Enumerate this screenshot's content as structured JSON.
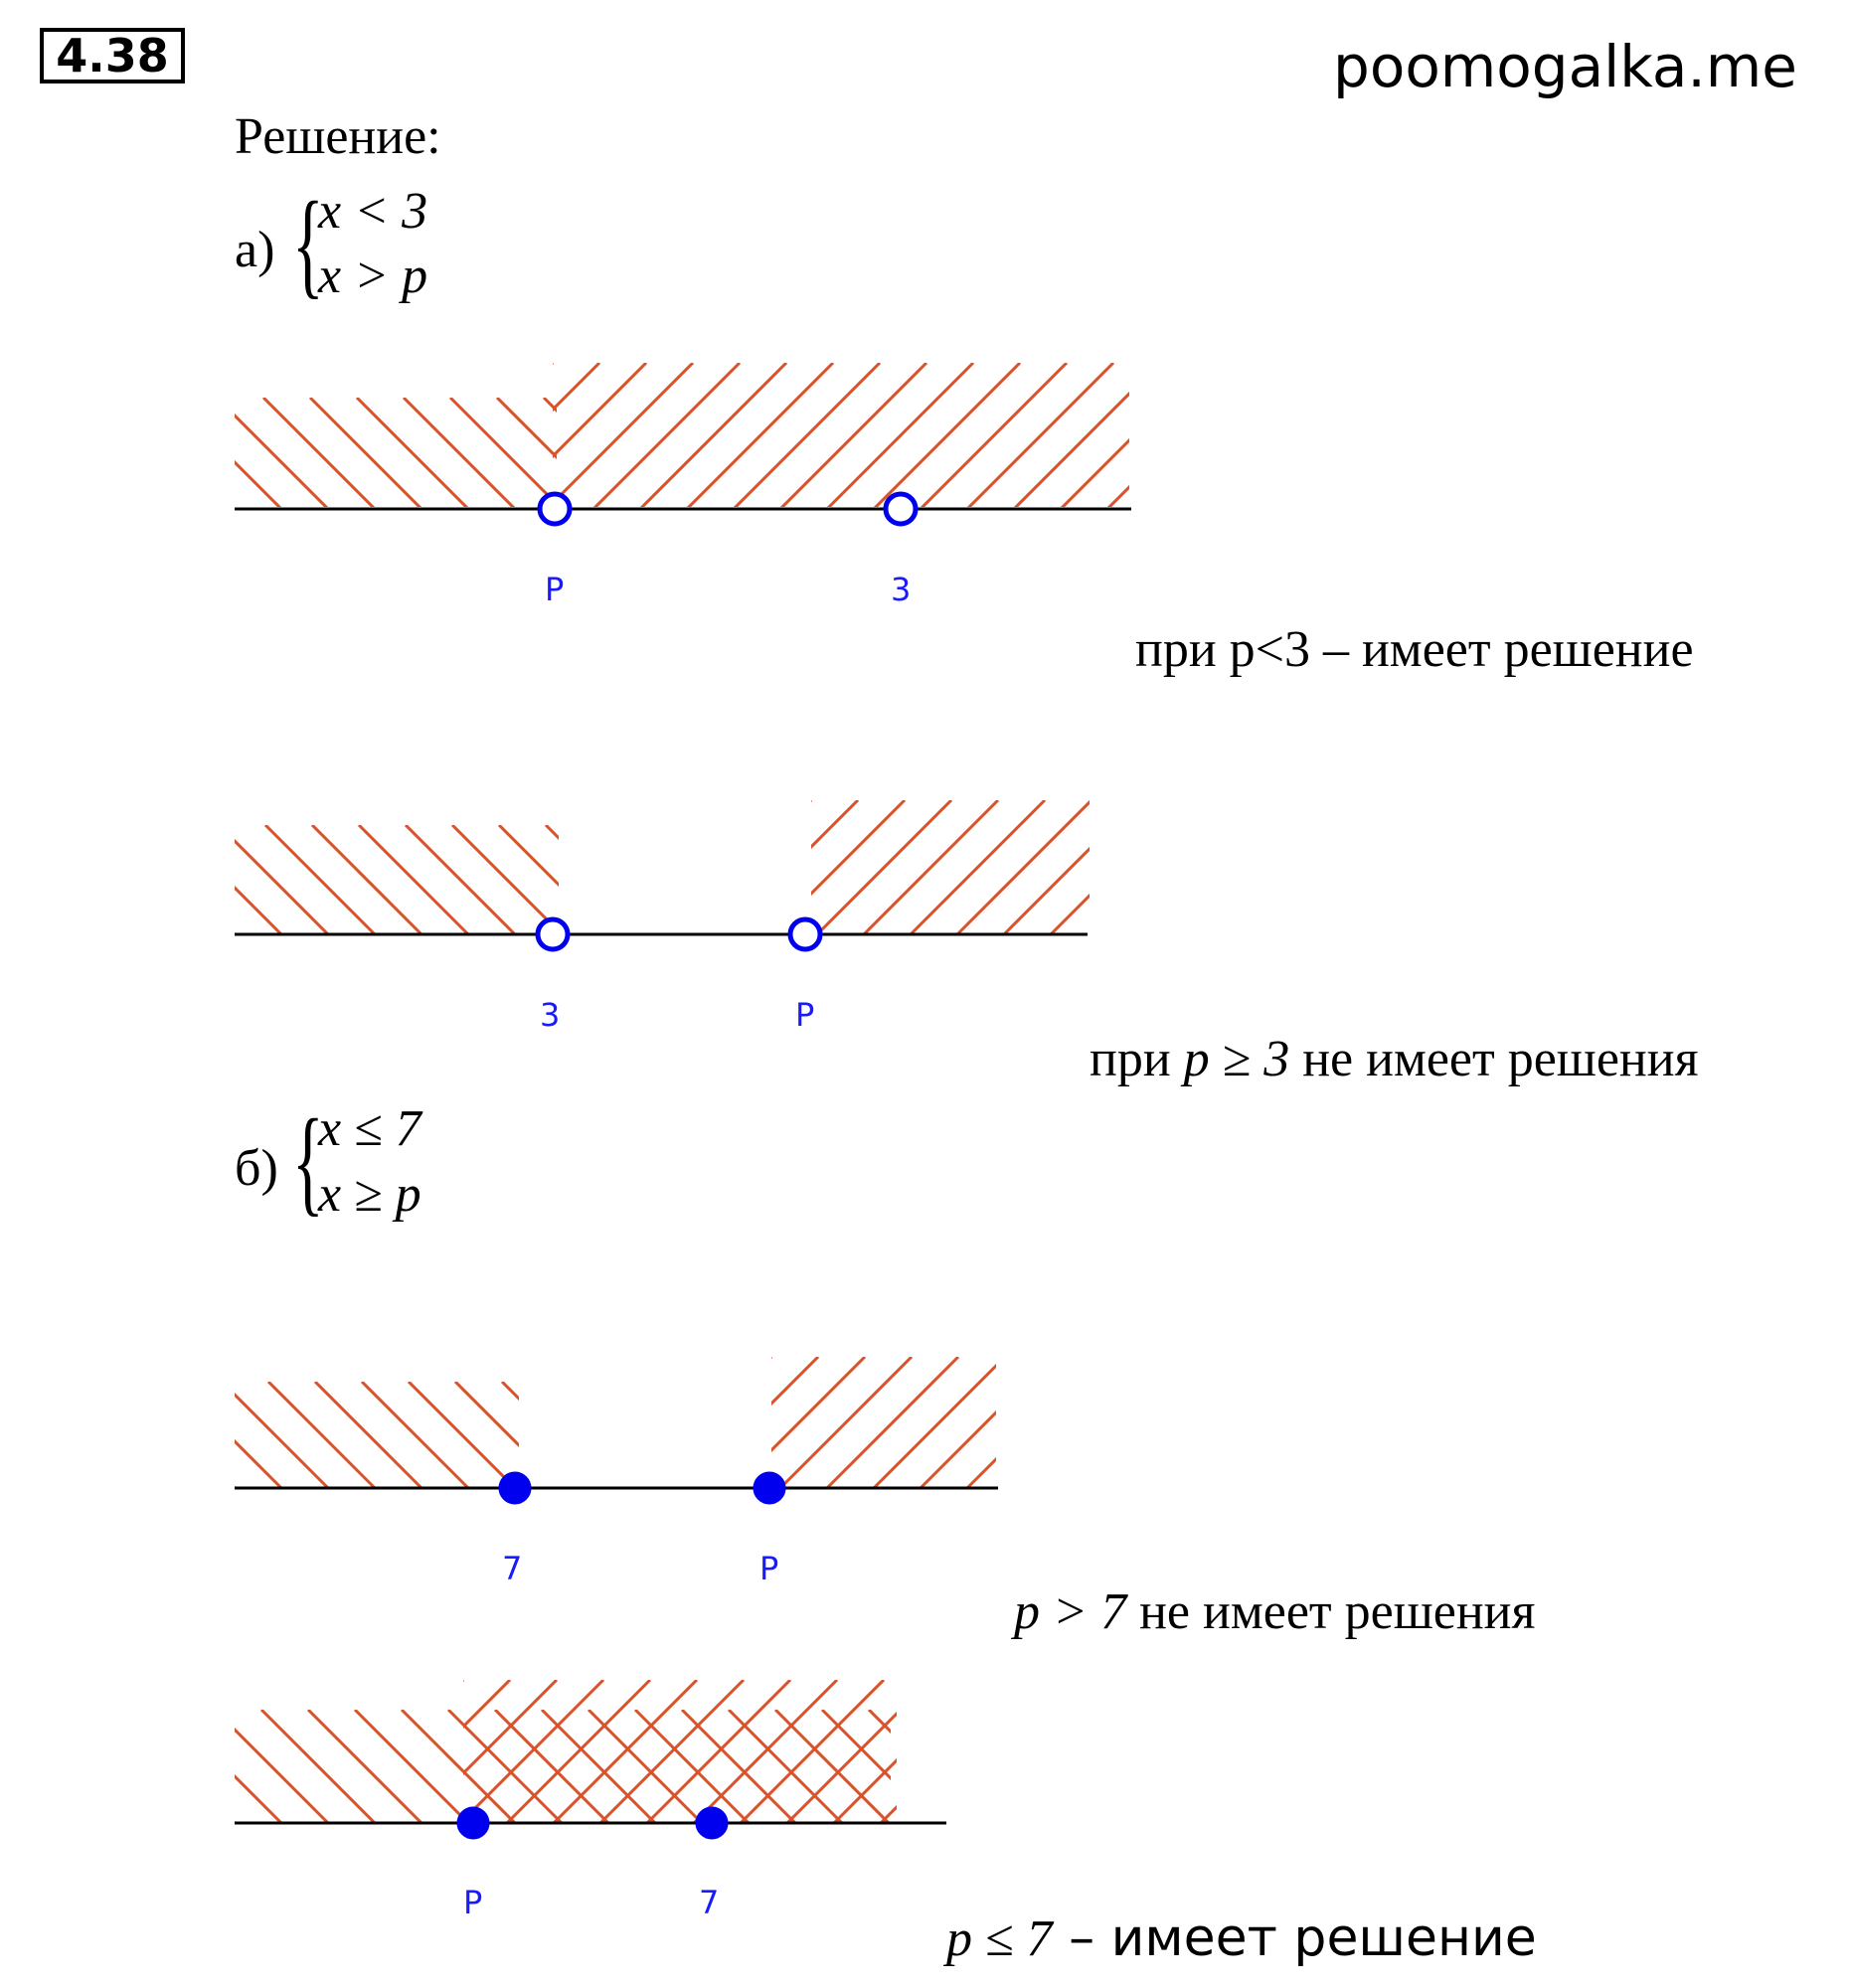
{
  "header": {
    "problem_number": "4.38",
    "site": "poomogalka.me"
  },
  "solution_label": "Решение:",
  "part_a": {
    "label": "а)",
    "system": [
      "x < 3",
      "x > p"
    ],
    "case1": {
      "left_label": "P",
      "right_label": "3",
      "conclusion": "при p<3 – имеет решение"
    },
    "case2": {
      "left_label": "3",
      "right_label": "P",
      "conclusion_prefix": "при ",
      "conclusion_math": "p ≥ 3",
      "conclusion_suffix": " не имеет решения"
    }
  },
  "part_b": {
    "label": "б)",
    "system": [
      "x ≤ 7",
      "x ≥ p"
    ],
    "case1": {
      "left_label": "7",
      "right_label": "P",
      "conclusion_math": "p > 7",
      "conclusion_suffix": " не имеет решения"
    },
    "case2": {
      "left_label": "P",
      "right_label": "7",
      "conclusion_math": "p ≤ 7",
      "conclusion_suffix": " – имеет решение"
    }
  },
  "colors": {
    "hatch": "#d8532c",
    "point": "#0000ee",
    "axis": "#000000"
  }
}
